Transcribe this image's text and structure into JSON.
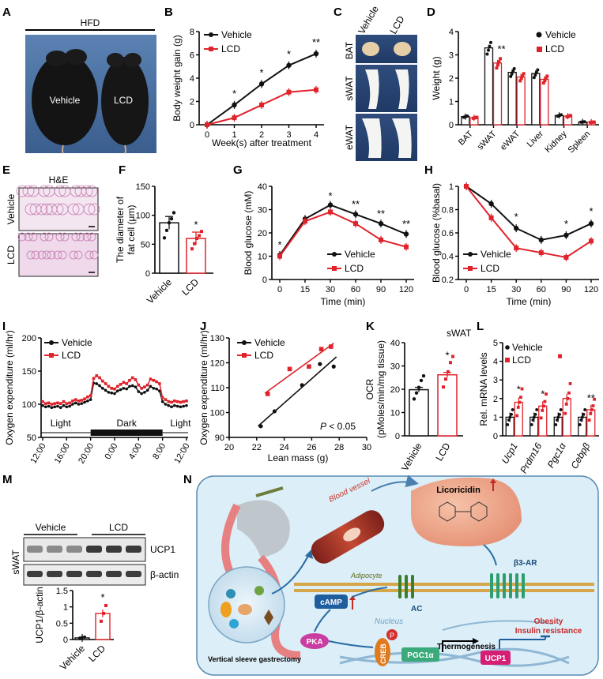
{
  "panel_letters": {
    "A": "A",
    "B": "B",
    "C": "C",
    "D": "D",
    "E": "E",
    "F": "F",
    "G": "G",
    "H": "H",
    "I": "I",
    "J": "J",
    "K": "K",
    "L": "L",
    "M": "M",
    "N": "N"
  },
  "colors": {
    "vehicle": "#111111",
    "lcd": "#e0222b",
    "bg_panel_n": "#dfeef6"
  },
  "panelA": {
    "header": "HFD",
    "vehicle_label": "Vehicle",
    "lcd_label": "LCD"
  },
  "panelC": {
    "col_vehicle": "Vehicle",
    "col_lcd": "LCD",
    "rows": [
      "BAT",
      "sWAT",
      "eWAT"
    ]
  },
  "panelE": {
    "header": "H&E",
    "rows": [
      "Vehicle",
      "LCD"
    ]
  },
  "panelK": {
    "title": "sWAT"
  },
  "panelM": {
    "groups": [
      "Vehicle",
      "LCD"
    ],
    "side_label": "sWAT",
    "bands": [
      "UCP1",
      "β-actin"
    ]
  },
  "panelN": {
    "licoricidin": "Licoricidin",
    "blood_vessel": "Blood vessel",
    "adipocyte": "Adipocyte",
    "b3ar": "β3-AR",
    "ac": "AC",
    "camp": "cAMP",
    "nucleus": "Nucleus",
    "pka": "PKA",
    "creb": "CREB",
    "p": "P",
    "pgc1a": "PGC1α",
    "ucp1": "UCP1",
    "obesity": "Obesity",
    "insulin_res": "Insulin resistance",
    "thermogenesis": "Thermogenesis",
    "vsg": "Vertical sleeve gastrectomy"
  },
  "chart_data": [
    {
      "panel": "B",
      "type": "line",
      "x": [
        0,
        1,
        2,
        3,
        4
      ],
      "xlabel": "Week(s) after treatment",
      "ylabel": "Body weight gain (g)",
      "ylim": [
        0,
        8
      ],
      "yticks": [
        0,
        2,
        4,
        6,
        8
      ],
      "series": [
        {
          "name": "Vehicle",
          "values": [
            0,
            1.7,
            3.5,
            5.1,
            6.1
          ]
        },
        {
          "name": "LCD",
          "values": [
            0,
            0.6,
            1.7,
            2.8,
            3.0
          ]
        }
      ],
      "annotations": [
        "*",
        "*",
        "*",
        "**"
      ],
      "legend": "top-left"
    },
    {
      "panel": "D",
      "type": "bar",
      "categories": [
        "BAT",
        "sWAT",
        "eWAT",
        "Liver",
        "Kidney",
        "Spleen"
      ],
      "ylabel": "Weight (g)",
      "ylim": [
        0,
        4
      ],
      "yticks": [
        0,
        1,
        2,
        3,
        4
      ],
      "series": [
        {
          "name": "Vehicle",
          "values": [
            0.35,
            3.3,
            2.25,
            2.2,
            0.4,
            0.12
          ]
        },
        {
          "name": "LCD",
          "values": [
            0.3,
            2.65,
            2.05,
            1.95,
            0.37,
            0.11
          ]
        }
      ],
      "annotations": [
        "**"
      ],
      "legend": "top-right"
    },
    {
      "panel": "F",
      "type": "bar",
      "categories": [
        "Vehicle",
        "LCD"
      ],
      "ylabel": "The diameter of fat cell (μm)",
      "ylim": [
        0,
        150
      ],
      "yticks": [
        0,
        50,
        100,
        150
      ],
      "values": [
        87,
        60
      ],
      "annotations": [
        "*"
      ]
    },
    {
      "panel": "G",
      "type": "line",
      "x": [
        0,
        15,
        30,
        60,
        90,
        120
      ],
      "xlabel": "Time (min)",
      "ylabel": "Blood glucose (mM)",
      "ylim": [
        0,
        40
      ],
      "yticks": [
        0,
        10,
        20,
        30,
        40
      ],
      "series": [
        {
          "name": "Vehicle",
          "values": [
            10.5,
            26,
            32,
            28,
            24,
            19.5
          ]
        },
        {
          "name": "LCD",
          "values": [
            10,
            25,
            29,
            24,
            17,
            14
          ]
        }
      ],
      "annotations": [
        "*",
        "*",
        "**",
        "**",
        "**"
      ],
      "legend": "bottom-right"
    },
    {
      "panel": "H",
      "type": "line",
      "x": [
        0,
        15,
        30,
        60,
        90,
        120
      ],
      "xlabel": "Time (min)",
      "ylabel": "Blood glucose (%basal)",
      "ylim": [
        0.2,
        1.0
      ],
      "yticks": [
        0.2,
        0.4,
        0.6,
        0.8,
        1.0
      ],
      "series": [
        {
          "name": "Vehicle",
          "values": [
            1.0,
            0.85,
            0.64,
            0.54,
            0.58,
            0.68
          ]
        },
        {
          "name": "LCD",
          "values": [
            1.0,
            0.73,
            0.47,
            0.43,
            0.39,
            0.53
          ]
        }
      ],
      "annotations": [
        "*",
        "*",
        "*"
      ],
      "legend": "bottom-left"
    },
    {
      "panel": "I",
      "type": "line",
      "xlabel": "",
      "ylabel": "Oxygen expenditure (ml/hr)",
      "ylim": [
        50,
        200
      ],
      "yticks": [
        50,
        100,
        150,
        200
      ],
      "xticks": [
        "12:00",
        "16:00",
        "20:00",
        "0:00",
        "4:00",
        "8:00",
        "12:00"
      ],
      "x": [
        0,
        1,
        2,
        3,
        4,
        5,
        6,
        7,
        8,
        9,
        10,
        11,
        12,
        13,
        14,
        15,
        16,
        17,
        18,
        19,
        20,
        21,
        22,
        23,
        24,
        25,
        26,
        27,
        28,
        29,
        30,
        31,
        32,
        33,
        34,
        35,
        36,
        37,
        38,
        39,
        40,
        41,
        42,
        43,
        44,
        45,
        46,
        47,
        48
      ],
      "series": [
        {
          "name": "Vehicle",
          "values": [
            98,
            96,
            97,
            95,
            96,
            97,
            95,
            98,
            96,
            97,
            100,
            102,
            100,
            101,
            103,
            105,
            107,
            132,
            131,
            128,
            124,
            121,
            118,
            117,
            116,
            120,
            122,
            124,
            123,
            127,
            128,
            126,
            119,
            116,
            118,
            121,
            127,
            124,
            123,
            120,
            104,
            100,
            98,
            96,
            98,
            97,
            96,
            97,
            98
          ]
        },
        {
          "name": "LCD",
          "values": [
            104,
            101,
            102,
            100,
            101,
            102,
            101,
            104,
            101,
            102,
            105,
            107,
            105,
            106,
            108,
            111,
            113,
            139,
            143,
            140,
            135,
            131,
            127,
            124,
            123,
            127,
            130,
            133,
            131,
            136,
            140,
            137,
            129,
            124,
            126,
            129,
            138,
            136,
            134,
            131,
            110,
            107,
            104,
            103,
            105,
            104,
            103,
            104,
            105
          ]
        }
      ],
      "periods": [
        "Light",
        "Dark",
        "Light"
      ],
      "legend": "top-left"
    },
    {
      "panel": "J",
      "type": "scatter",
      "xlabel": "Lean mass (g)",
      "ylabel": "Oxygen expenditure (ml/hr)",
      "xlim": [
        20,
        30
      ],
      "ylim": [
        90,
        130
      ],
      "xticks": [
        20,
        22,
        24,
        26,
        28,
        30
      ],
      "yticks": [
        90,
        100,
        110,
        120,
        130
      ],
      "series": [
        {
          "name": "Vehicle",
          "points": [
            [
              22.3,
              94.5
            ],
            [
              23.3,
              100.5
            ],
            [
              25.3,
              111
            ],
            [
              26.6,
              119.5
            ],
            [
              27.6,
              118.5
            ]
          ]
        },
        {
          "name": "LCD",
          "points": [
            [
              22.8,
              107.5
            ],
            [
              24.4,
              117.5
            ],
            [
              25.8,
              118.5
            ],
            [
              26.7,
              125.5
            ],
            [
              27.4,
              126.5
            ]
          ]
        }
      ],
      "annotation_prefix": "P",
      "annotation_rest": " < 0.05",
      "legend": "top-left"
    },
    {
      "panel": "K",
      "type": "bar",
      "categories": [
        "Vehicle",
        "LCD"
      ],
      "ylabel": "OCR (pMoles/min/mg tissue)",
      "ylim": [
        0,
        40
      ],
      "yticks": [
        0,
        10,
        20,
        30,
        40
      ],
      "values": [
        19.8,
        26.2
      ],
      "annotations": [
        "*"
      ]
    },
    {
      "panel": "L",
      "type": "bar",
      "categories": [
        "Ucp1",
        "Prdm16",
        "Pgc1α",
        "Cebpβ"
      ],
      "ylabel": "Rel. mRNA levels",
      "ylim": [
        0,
        5
      ],
      "yticks": [
        0,
        1,
        2,
        3,
        4,
        5
      ],
      "series": [
        {
          "name": "Vehicle",
          "values": [
            1.0,
            1.0,
            1.0,
            1.0
          ]
        },
        {
          "name": "LCD",
          "values": [
            1.8,
            1.6,
            2.0,
            1.4
          ]
        }
      ],
      "annotations": [
        "*",
        "*",
        "**"
      ],
      "legend": "top-left"
    },
    {
      "panel": "M",
      "type": "bar",
      "categories": [
        "Vehicle",
        "LCD"
      ],
      "ylabel": "UCP1/β-actin",
      "ylim": [
        0,
        1.5
      ],
      "yticks": [
        0,
        0.5,
        1.0,
        1.5
      ],
      "values": [
        0.05,
        0.8
      ],
      "annotations": [
        "*"
      ]
    }
  ]
}
